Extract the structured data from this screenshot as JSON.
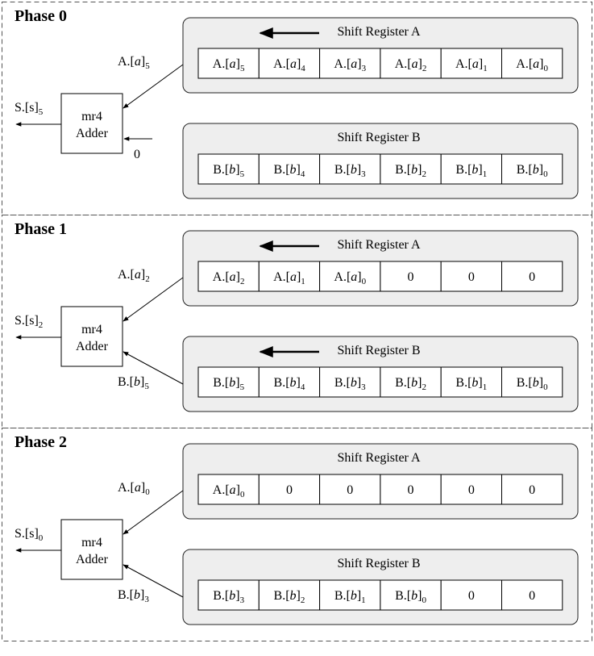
{
  "phases": [
    {
      "label": "Phase 0",
      "registers": [
        {
          "title": "Shift Register A",
          "shifting": true,
          "cells": [
            {
              "reg": "A",
              "var": "a",
              "sub": "5"
            },
            {
              "reg": "A",
              "var": "a",
              "sub": "4"
            },
            {
              "reg": "A",
              "var": "a",
              "sub": "3"
            },
            {
              "reg": "A",
              "var": "a",
              "sub": "2"
            },
            {
              "reg": "A",
              "var": "a",
              "sub": "1"
            },
            {
              "reg": "A",
              "var": "a",
              "sub": "0"
            }
          ]
        },
        {
          "title": "Shift Register B",
          "shifting": false,
          "cells": [
            {
              "reg": "B",
              "var": "b",
              "sub": "5"
            },
            {
              "reg": "B",
              "var": "b",
              "sub": "4"
            },
            {
              "reg": "B",
              "var": "b",
              "sub": "3"
            },
            {
              "reg": "B",
              "var": "b",
              "sub": "2"
            },
            {
              "reg": "B",
              "var": "b",
              "sub": "1"
            },
            {
              "reg": "B",
              "var": "b",
              "sub": "0"
            }
          ]
        }
      ],
      "adder": {
        "line1": "mr4",
        "line2": "Adder"
      },
      "input_a": {
        "reg": "A",
        "var": "a",
        "sub": "5"
      },
      "input_b": {
        "const": "0"
      },
      "output": {
        "reg": "S",
        "var": "s",
        "sub": "5"
      }
    },
    {
      "label": "Phase 1",
      "registers": [
        {
          "title": "Shift Register A",
          "shifting": true,
          "cells": [
            {
              "reg": "A",
              "var": "a",
              "sub": "2"
            },
            {
              "reg": "A",
              "var": "a",
              "sub": "1"
            },
            {
              "reg": "A",
              "var": "a",
              "sub": "0"
            },
            {
              "const": "0"
            },
            {
              "const": "0"
            },
            {
              "const": "0"
            }
          ]
        },
        {
          "title": "Shift Register B",
          "shifting": true,
          "cells": [
            {
              "reg": "B",
              "var": "b",
              "sub": "5"
            },
            {
              "reg": "B",
              "var": "b",
              "sub": "4"
            },
            {
              "reg": "B",
              "var": "b",
              "sub": "3"
            },
            {
              "reg": "B",
              "var": "b",
              "sub": "2"
            },
            {
              "reg": "B",
              "var": "b",
              "sub": "1"
            },
            {
              "reg": "B",
              "var": "b",
              "sub": "0"
            }
          ]
        }
      ],
      "adder": {
        "line1": "mr4",
        "line2": "Adder"
      },
      "input_a": {
        "reg": "A",
        "var": "a",
        "sub": "2"
      },
      "input_b": {
        "reg": "B",
        "var": "b",
        "sub": "5"
      },
      "output": {
        "reg": "S",
        "var": "s",
        "sub": "2"
      }
    },
    {
      "label": "Phase 2",
      "registers": [
        {
          "title": "Shift Register A",
          "shifting": false,
          "cells": [
            {
              "reg": "A",
              "var": "a",
              "sub": "0"
            },
            {
              "const": "0"
            },
            {
              "const": "0"
            },
            {
              "const": "0"
            },
            {
              "const": "0"
            },
            {
              "const": "0"
            }
          ]
        },
        {
          "title": "Shift Register B",
          "shifting": false,
          "cells": [
            {
              "reg": "B",
              "var": "b",
              "sub": "3"
            },
            {
              "reg": "B",
              "var": "b",
              "sub": "2"
            },
            {
              "reg": "B",
              "var": "b",
              "sub": "1"
            },
            {
              "reg": "B",
              "var": "b",
              "sub": "0"
            },
            {
              "const": "0"
            },
            {
              "const": "0"
            }
          ]
        }
      ],
      "adder": {
        "line1": "mr4",
        "line2": "Adder"
      },
      "input_a": {
        "reg": "A",
        "var": "a",
        "sub": "0"
      },
      "input_b": {
        "reg": "B",
        "var": "b",
        "sub": "3"
      },
      "output": {
        "reg": "S",
        "var": "s",
        "sub": "0"
      }
    }
  ]
}
